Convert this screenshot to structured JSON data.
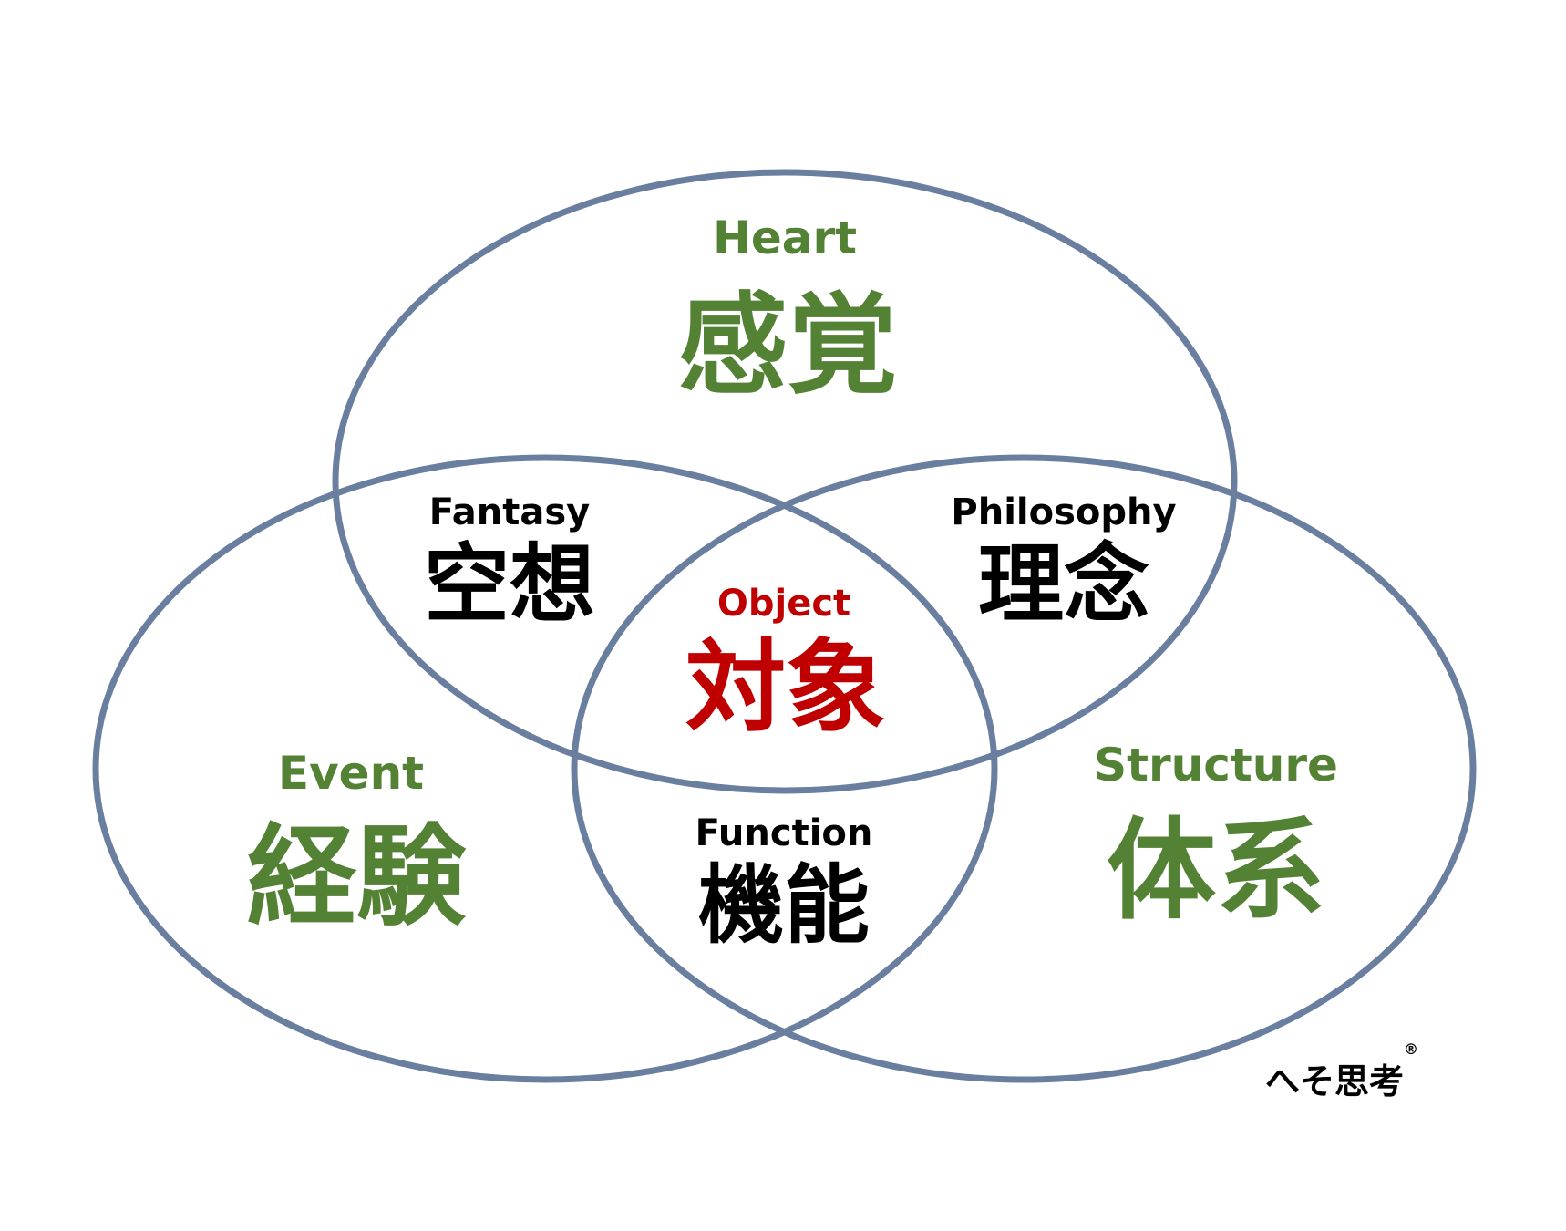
{
  "colors": {
    "outline": "#6a7fa0",
    "primary": "#548235",
    "center": "#c00000",
    "intersection": "#000000"
  },
  "circles": [
    {
      "id": "heart",
      "english": "Heart",
      "japanese": "感覚"
    },
    {
      "id": "event",
      "english": "Event",
      "japanese": "経験"
    },
    {
      "id": "structure",
      "english": "Structure",
      "japanese": "体系"
    }
  ],
  "intersections": [
    {
      "id": "fantasy",
      "english": "Fantasy",
      "japanese": "空想"
    },
    {
      "id": "philosophy",
      "english": "Philosophy",
      "japanese": "理念"
    },
    {
      "id": "function",
      "english": "Function",
      "japanese": "機能"
    }
  ],
  "center": {
    "english": "Object",
    "japanese": "対象"
  },
  "logo": {
    "text": "へそ思考",
    "mark": "®"
  }
}
